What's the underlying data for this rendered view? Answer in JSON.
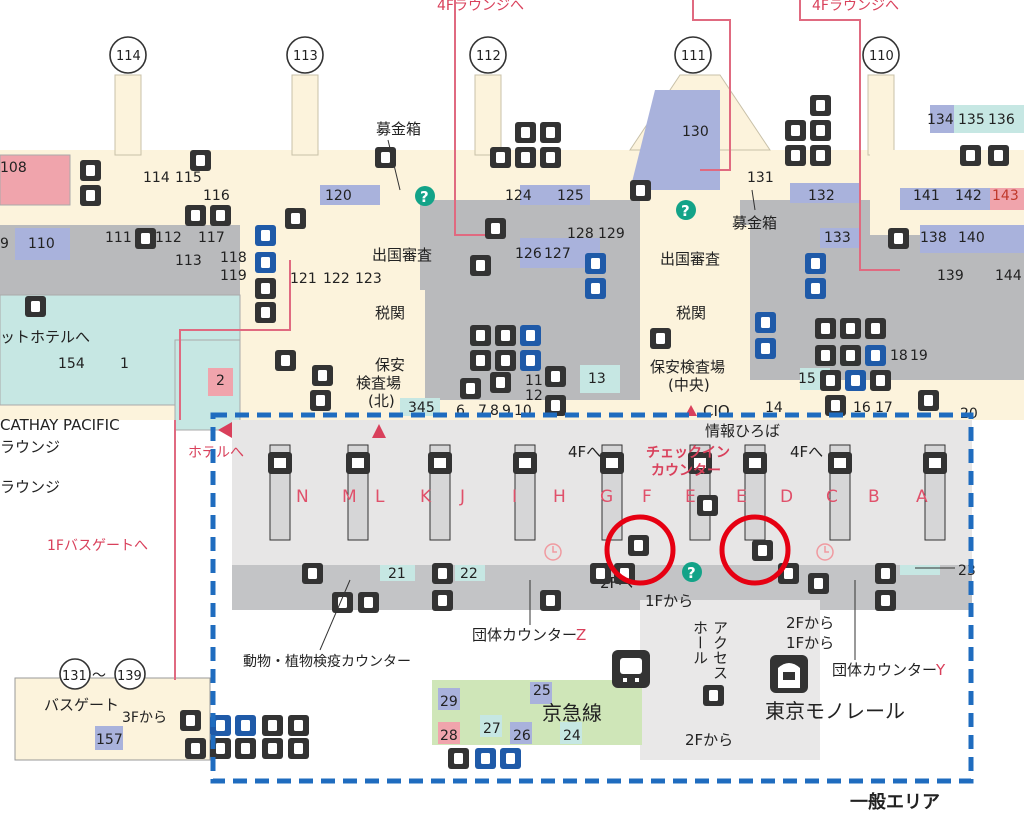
{
  "gates_top": [
    {
      "num": "114"
    },
    {
      "num": "113"
    },
    {
      "num": "112"
    },
    {
      "num": "111"
    },
    {
      "num": "110"
    }
  ],
  "bus_gates": {
    "from": "131",
    "to": "139",
    "sep": "～",
    "label": "バスゲート",
    "floor_from": "3Fから"
  },
  "lounge_arrows": {
    "left": "4Fラウンジへ",
    "right": "4Fラウンジへ"
  },
  "donation_boxes": {
    "left": "募金箱",
    "right": "募金箱"
  },
  "departure_labels": {
    "immigration_left": "出国審査",
    "immigration_center": "出国審査",
    "customs_left": "税関",
    "customs_center": "税関",
    "security_north_1": "保安",
    "security_north_2": "検査場",
    "security_north_3": "(北)",
    "security_center_1": "保安検査場",
    "security_center_2": "(中央)"
  },
  "shops": {
    "r108": "108",
    "r110": "110",
    "r111": "111",
    "r112": "112",
    "r113": "113",
    "r114": "114",
    "r115": "115",
    "r116": "116",
    "r117": "117",
    "r118": "118",
    "r119": "119",
    "r120": "120",
    "r121": "121",
    "r122": "122",
    "r123": "123",
    "r124": "124",
    "r125": "125",
    "r126": "126",
    "r127": "127",
    "r128": "128",
    "r129": "129",
    "r130": "130",
    "r131": "131",
    "r132": "132",
    "r133": "133",
    "r134": "134",
    "r135": "135",
    "r136": "136",
    "r138": "138",
    "r139": "139",
    "r140": "140",
    "r141": "141",
    "r142": "142",
    "r143": "143",
    "r144": "144",
    "r154": "154",
    "r157": "157",
    "r1": "1",
    "r2": "2",
    "r345": "345",
    "r6": "6",
    "r7": "7",
    "r8": "8",
    "r9": "9",
    "r10": "10",
    "r11": "11",
    "r12": "12",
    "r13": "13",
    "r14": "14",
    "r15": "15",
    "r16": "16",
    "r17": "17",
    "r18": "18",
    "r19": "19",
    "r20": "20",
    "r21": "21",
    "r22": "22",
    "r23": "23",
    "r24": "24",
    "r25": "25",
    "r26": "26",
    "r27": "27",
    "r28": "28",
    "r29": "29",
    "r9b": "9"
  },
  "left_labels": {
    "hotel_partial": "ットホテルへ",
    "cathay": "CATHAY PACIFIC",
    "lounge1": "ラウンジ",
    "lounge2": "ラウンジ",
    "hotel": "ホテルへ",
    "bus_1f": "1Fバスゲートへ"
  },
  "checkin": {
    "counters": [
      "N",
      "M",
      "L",
      "K",
      "J",
      "I",
      "H",
      "G",
      "F",
      "E",
      "E",
      "D",
      "C",
      "B",
      "A"
    ],
    "title_1": "チェックイン",
    "title_2": "カウンター",
    "info_plaza": "情報ひろば",
    "cio": "CIO",
    "to_4f_left": "4Fへ",
    "to_4f_right": "4Fへ"
  },
  "lower": {
    "group_z": "団体カウンター",
    "z": "Z",
    "group_y": "団体カウンター",
    "y": "Y",
    "quarantine": "動物・植物検疫カウンター",
    "to_2f": "2Fへ",
    "from_1f": "1Fから",
    "from_2f_a": "2Fから",
    "from_1f_b": "1Fから",
    "from_2f_b": "2Fから",
    "access_hall_1": "アクセス",
    "access_hall_2": "ホール",
    "keikyu": "京急線",
    "monorail": "東京モノレール",
    "general_area": "一般エリア"
  },
  "colors": {
    "beige": "#fcf3dc",
    "teal": "#c6e7e3",
    "gray": "#b9babc",
    "grayDark": "#9c9da0",
    "lavender": "#a9b2dc",
    "green": "#cfe6b8",
    "pink": "#f0a4ac",
    "accent_red": "#d9405b",
    "dashed_blue": "#1f6cbf",
    "highlight_circle": "#e60012",
    "info_green": "#13a388"
  },
  "icons": [
    "restroom-icon",
    "wheelchair-icon",
    "elevator-icon",
    "escalator-icon",
    "smoking-icon",
    "info-icon",
    "phone-icon",
    "aed-icon",
    "atm-icon",
    "nursing-room-icon",
    "baggage-icon",
    "train-icon",
    "monorail-icon",
    "water-fountain-icon",
    "clock-icon",
    "mail-icon",
    "pc-icon"
  ]
}
